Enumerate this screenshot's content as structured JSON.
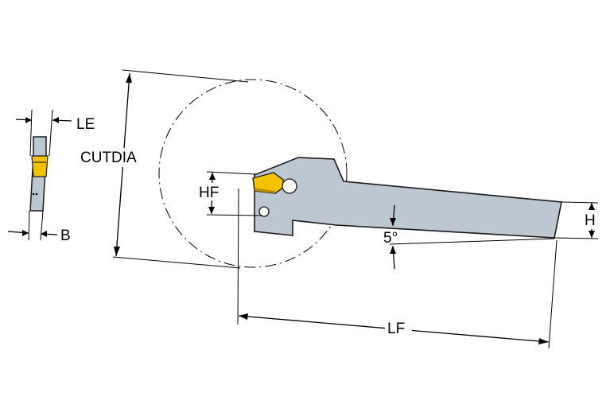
{
  "labels": {
    "le": "LE",
    "b": "B",
    "cutdia": "CUTDIA",
    "hf": "HF",
    "h": "H",
    "angle": "5°",
    "lf": "LF"
  },
  "colors": {
    "tool_body": "#bcc7d1",
    "tool_outline": "#1a1a1a",
    "insert": "#f2c300",
    "insert_shadow": "#b88f00",
    "line": "#000000",
    "background": "#ffffff"
  },
  "icons": {
    "cutting_insert": "yellow-insert-icon",
    "clamp_hole": "hole-icon"
  }
}
